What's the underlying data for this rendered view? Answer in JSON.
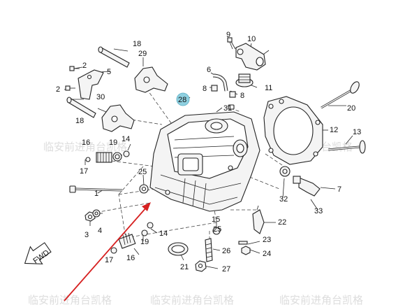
{
  "watermark": "临安前进角台凯格",
  "fwd_label": "FWD",
  "highlight_color": "#8fd0e0",
  "arrow_color": "#d62020",
  "labels": [
    {
      "id": "1",
      "text": "1"
    },
    {
      "id": "2a",
      "text": "2"
    },
    {
      "id": "2b",
      "text": "2"
    },
    {
      "id": "3",
      "text": "3"
    },
    {
      "id": "4",
      "text": "4"
    },
    {
      "id": "5",
      "text": "5"
    },
    {
      "id": "6",
      "text": "6"
    },
    {
      "id": "7",
      "text": "7"
    },
    {
      "id": "8a",
      "text": "8"
    },
    {
      "id": "8b",
      "text": "8"
    },
    {
      "id": "9",
      "text": "9"
    },
    {
      "id": "10",
      "text": "10"
    },
    {
      "id": "11",
      "text": "11"
    },
    {
      "id": "12",
      "text": "12"
    },
    {
      "id": "13",
      "text": "13"
    },
    {
      "id": "14a",
      "text": "14"
    },
    {
      "id": "14b",
      "text": "14"
    },
    {
      "id": "15",
      "text": "15"
    },
    {
      "id": "16a",
      "text": "16"
    },
    {
      "id": "16b",
      "text": "16"
    },
    {
      "id": "17a",
      "text": "17"
    },
    {
      "id": "17b",
      "text": "17"
    },
    {
      "id": "18a",
      "text": "18"
    },
    {
      "id": "18b",
      "text": "18"
    },
    {
      "id": "19a",
      "text": "19"
    },
    {
      "id": "19b",
      "text": "19"
    },
    {
      "id": "20",
      "text": "20"
    },
    {
      "id": "21",
      "text": "21"
    },
    {
      "id": "22",
      "text": "22"
    },
    {
      "id": "23",
      "text": "23"
    },
    {
      "id": "24",
      "text": "24"
    },
    {
      "id": "25a",
      "text": "25"
    },
    {
      "id": "25b",
      "text": "25"
    },
    {
      "id": "26",
      "text": "26"
    },
    {
      "id": "27",
      "text": "27"
    },
    {
      "id": "28",
      "text": "28"
    },
    {
      "id": "29",
      "text": "29"
    },
    {
      "id": "30",
      "text": "30"
    },
    {
      "id": "31",
      "text": "31"
    },
    {
      "id": "32",
      "text": "32"
    },
    {
      "id": "33",
      "text": "33"
    }
  ]
}
